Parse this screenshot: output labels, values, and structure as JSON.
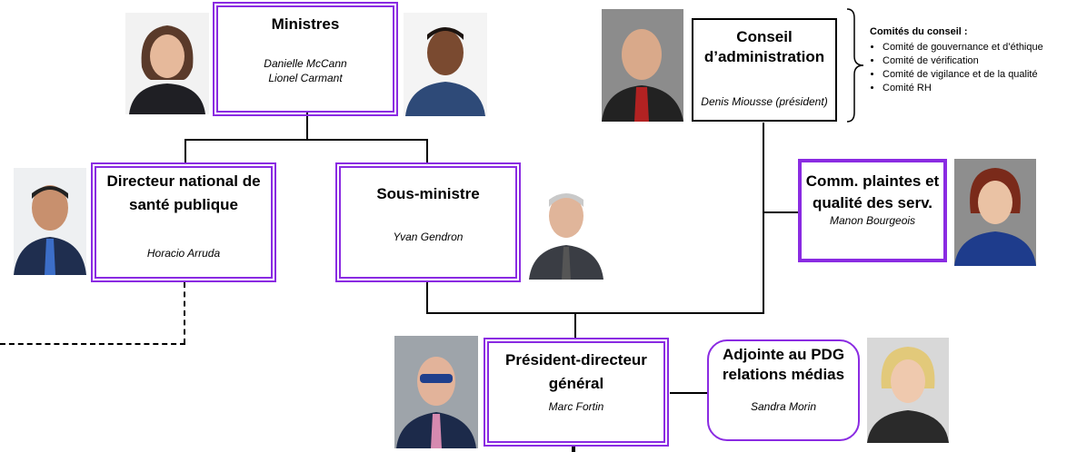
{
  "boxes": {
    "ministres": {
      "title": "Ministres",
      "names": [
        "Danielle McCann",
        "Lionel Carmant"
      ]
    },
    "conseil": {
      "title_line1": "Conseil",
      "title_line2": "d’administration",
      "name": "Denis Miousse (président)"
    },
    "directeur": {
      "title_line1": "Directeur national de",
      "title_line2": "santé publique",
      "name": "Horacio Arruda"
    },
    "sous_ministre": {
      "title": "Sous-ministre",
      "name": "Yvan Gendron"
    },
    "comm_plaintes": {
      "title_line1": "Comm. plaintes et",
      "title_line2": "qualité des serv.",
      "name": "Manon Bourgeois"
    },
    "pdg": {
      "title_line1": "Président-directeur",
      "title_line2": "général",
      "name": "Marc Fortin"
    },
    "adjointe": {
      "title_line1": "Adjointe au PDG",
      "title_line2": "relations médias",
      "name": "Sandra Morin"
    }
  },
  "committees": {
    "header": "Comités du conseil :",
    "items": [
      "Comité de gouvernance et d’éthique",
      "Comité de vérification",
      "Comité de vigilance et de la qualité",
      "Comité RH"
    ]
  },
  "colors": {
    "accent": "#8a2be2",
    "lines": "#000000"
  }
}
